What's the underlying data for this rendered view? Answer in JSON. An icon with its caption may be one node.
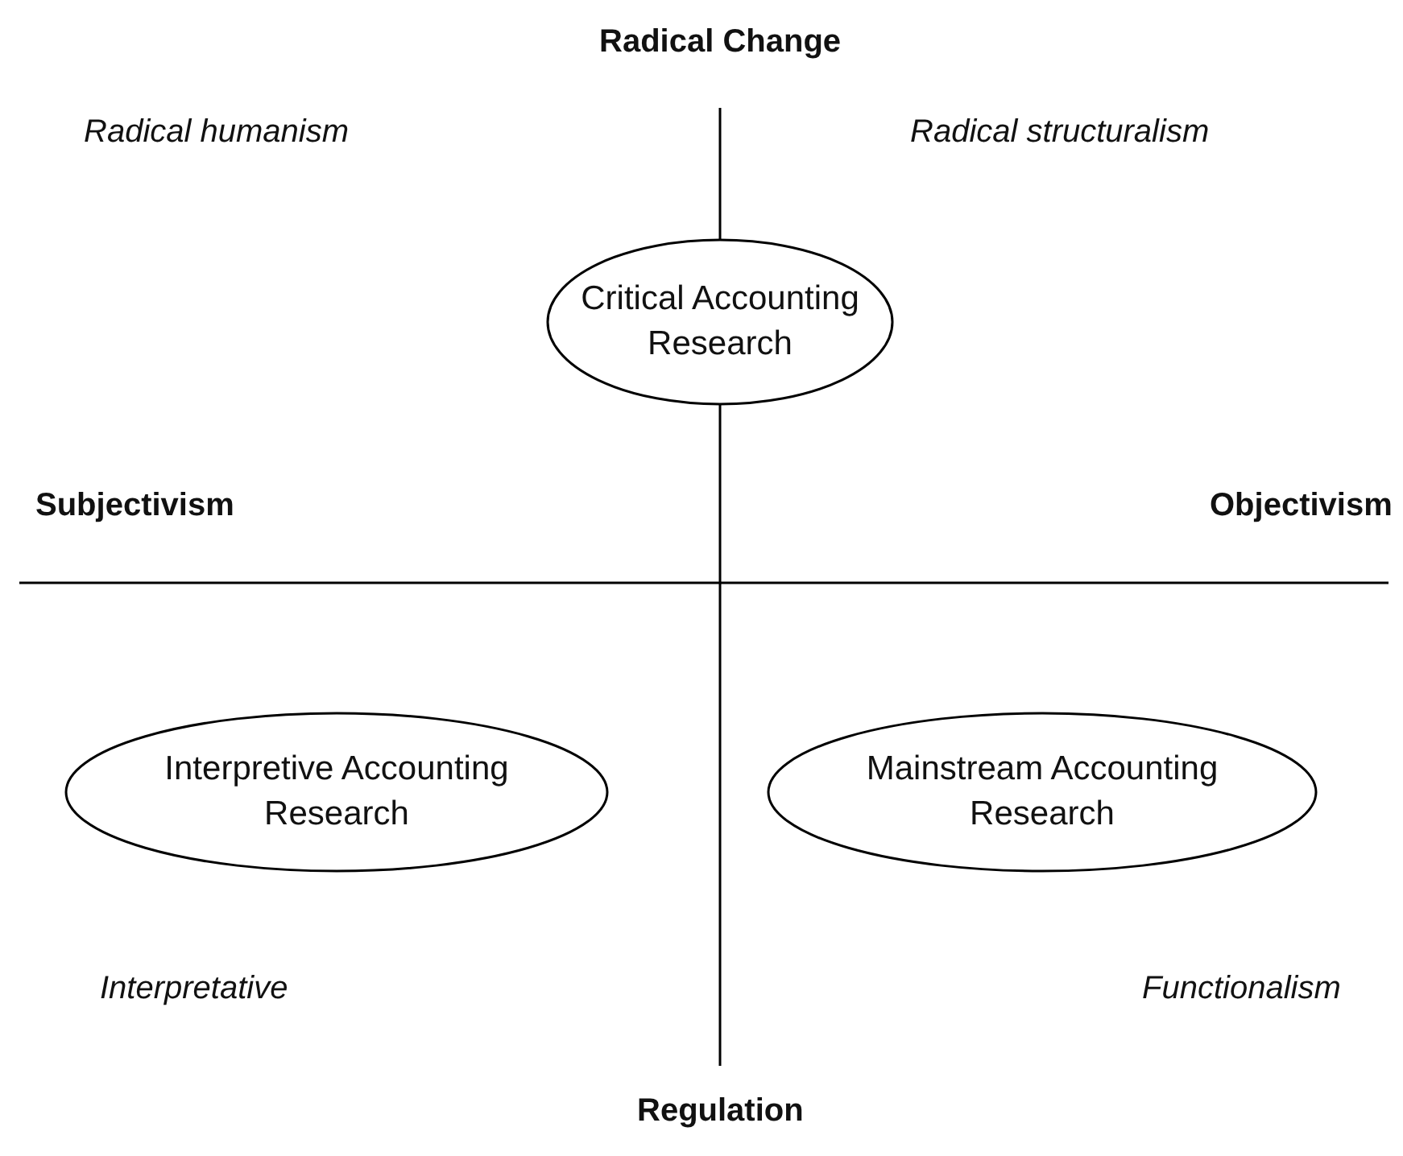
{
  "diagram": {
    "nodes": [
      {
        "text": [
          "Critical Accounting Research"
        ]
      },
      {
        "text": [
          "Interpretive Accounting Research"
        ]
      },
      {
        "text": [
          "Mainstream Accounting Research"
        ]
      }
    ],
    "edges": [],
    "labels": [
      "Radical Change",
      "Radical humanism",
      "Radical structuralism",
      "Subjectivism",
      "Objectivism",
      "Interpretative",
      "Functionalism",
      "Regulation"
    ]
  }
}
